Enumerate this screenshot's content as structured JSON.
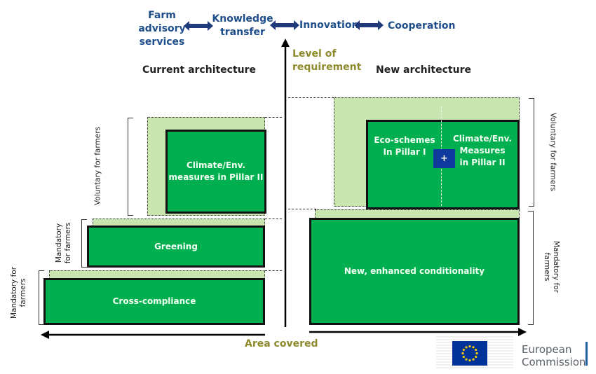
{
  "top_row": {
    "items": [
      "Farm\nadvisory\nservices",
      "Knowledge\ntransfer",
      "Innovation",
      "Cooperation"
    ],
    "farm_advisory": [
      "Farm",
      "advisory",
      "services"
    ],
    "knowledge_transfer": [
      "Knowledge",
      "transfer"
    ],
    "innovation": "Innovation",
    "cooperation": "Cooperation",
    "arrow_icon": "double-headed-arrow"
  },
  "axes": {
    "y_label": [
      "Level of",
      "requirement"
    ],
    "x_label": "Area covered"
  },
  "current": {
    "title": "Current architecture",
    "climate_box": [
      "Climate/Env.",
      "measures in Pillar II"
    ],
    "greening_box": "Greening",
    "cross_compliance_box": "Cross-compliance",
    "voluntary_label": "Voluntary for farmers",
    "mandatory_greening_label": [
      "Mandatory",
      "for farmers"
    ],
    "mandatory_cc_label": [
      "Mandatory for",
      "farmers"
    ]
  },
  "new": {
    "title": "New architecture",
    "eco_schemes": [
      "Eco-schemes",
      "In  Pillar I"
    ],
    "climate_measures": [
      "Climate/Env.",
      "Measures",
      "in Pillar II"
    ],
    "plus_symbol": "+",
    "conditionality_box": "New, enhanced conditionality",
    "voluntary_label": "Voluntary for farmers",
    "mandatory_label": [
      "Mandatory for",
      "farmers"
    ]
  },
  "logo": {
    "line1": "European",
    "line2": "Commission"
  },
  "colors": {
    "dark_green": "#00af50",
    "light_green": "#c9e6b0",
    "navy": "#1f3a7a",
    "title_blue": "#1f4e8c",
    "axis_olive": "#8f8a2c",
    "eu_blue": "#003399",
    "eu_star": "#ffcc00"
  }
}
